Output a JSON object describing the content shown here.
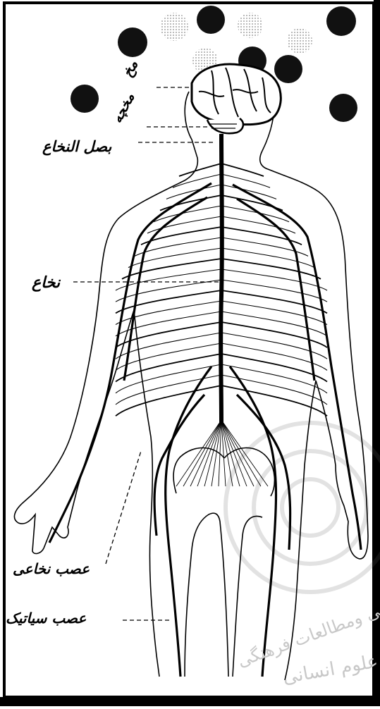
{
  "labels": {
    "brain": "مخ",
    "cerebellum": "مخچه",
    "medulla": "بصل النخاع",
    "spinal_cord": "نخاع",
    "spinal_nerve": "عصب نخاعی",
    "sciatic_nerve": "عصب سیاتیک"
  },
  "watermark": {
    "line1": "انسانی ومطالعات فرهنگی",
    "line2": "جامع علوم انسانی"
  },
  "colors": {
    "ink": "#000000",
    "paper": "#ffffff",
    "dots": "#111111",
    "watermark": "#c8c8c8"
  }
}
